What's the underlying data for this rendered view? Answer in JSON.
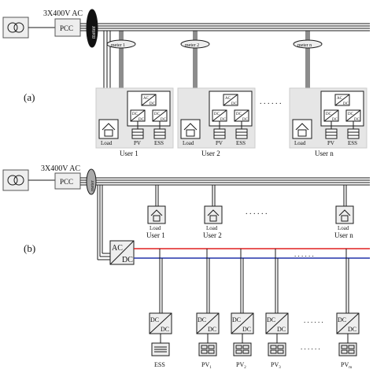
{
  "colors": {
    "line": "#1a1a1a",
    "box_fill": "#eeeeee",
    "user_bg": "#e6e6e6",
    "meter_fill": "#111111",
    "meter_fill_b": "#aaaaaa",
    "dc_red": "#e02020",
    "dc_blue": "#2233aa"
  },
  "panel_a": {
    "label": "(a)",
    "supply": "3X400V AC",
    "pcc": "PCC",
    "meter": "meter",
    "user_meters": [
      "meter 1",
      "meter 2",
      "meter n"
    ],
    "dots": ". . . . . .",
    "users": [
      {
        "name": "User 1",
        "load": "Load",
        "pv": "PV",
        "ess": "ESS",
        "ac": "AC",
        "dc": "DC"
      },
      {
        "name": "User 2",
        "load": "Load",
        "pv": "PV",
        "ess": "ESS",
        "ac": "AC",
        "dc": "DC"
      },
      {
        "name": "User n",
        "load": "Load",
        "pv": "PV",
        "ess": "ESS",
        "ac": "AC",
        "dc": "DC"
      }
    ]
  },
  "panel_b": {
    "label": "(b)",
    "supply": "3X400V AC",
    "pcc": "PCC",
    "meter": "meter",
    "converter_ac": "AC",
    "converter_dc": "DC",
    "dots_users": ". . . . . .",
    "dots_bus": ". . . . . .",
    "dots_bottom": ". . . . . .",
    "users": [
      {
        "load": "Load",
        "name": "User 1"
      },
      {
        "load": "Load",
        "name": "User 2"
      },
      {
        "load": "Load",
        "name": "User n"
      }
    ],
    "dcdc": "DC",
    "sources": [
      {
        "base": "ESS",
        "sub": ""
      },
      {
        "base": "PV",
        "sub": "1"
      },
      {
        "base": "PV",
        "sub": "2"
      },
      {
        "base": "PV",
        "sub": "3"
      },
      {
        "base": "PV",
        "sub": "m"
      }
    ]
  }
}
